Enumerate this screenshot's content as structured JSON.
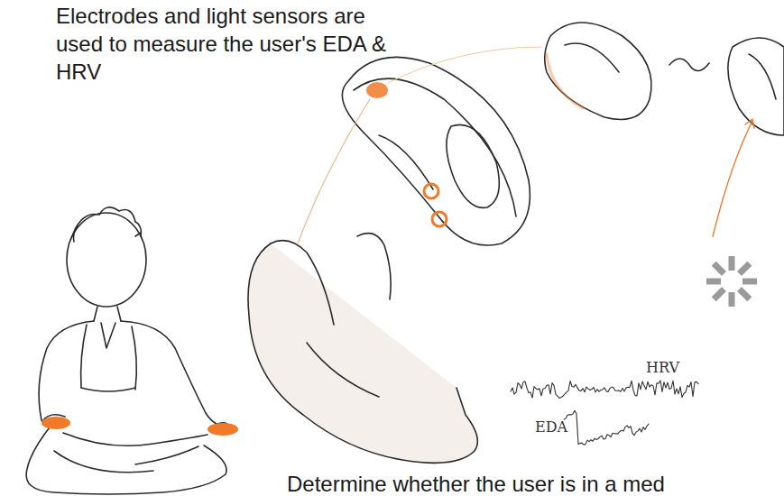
{
  "diagram": {
    "labels": [
      "Electrodes and light sensors are used to measure the user's EDA & HRV",
      "EDA",
      "HRV",
      "Determine whether the user is in a med"
    ]
  }
}
